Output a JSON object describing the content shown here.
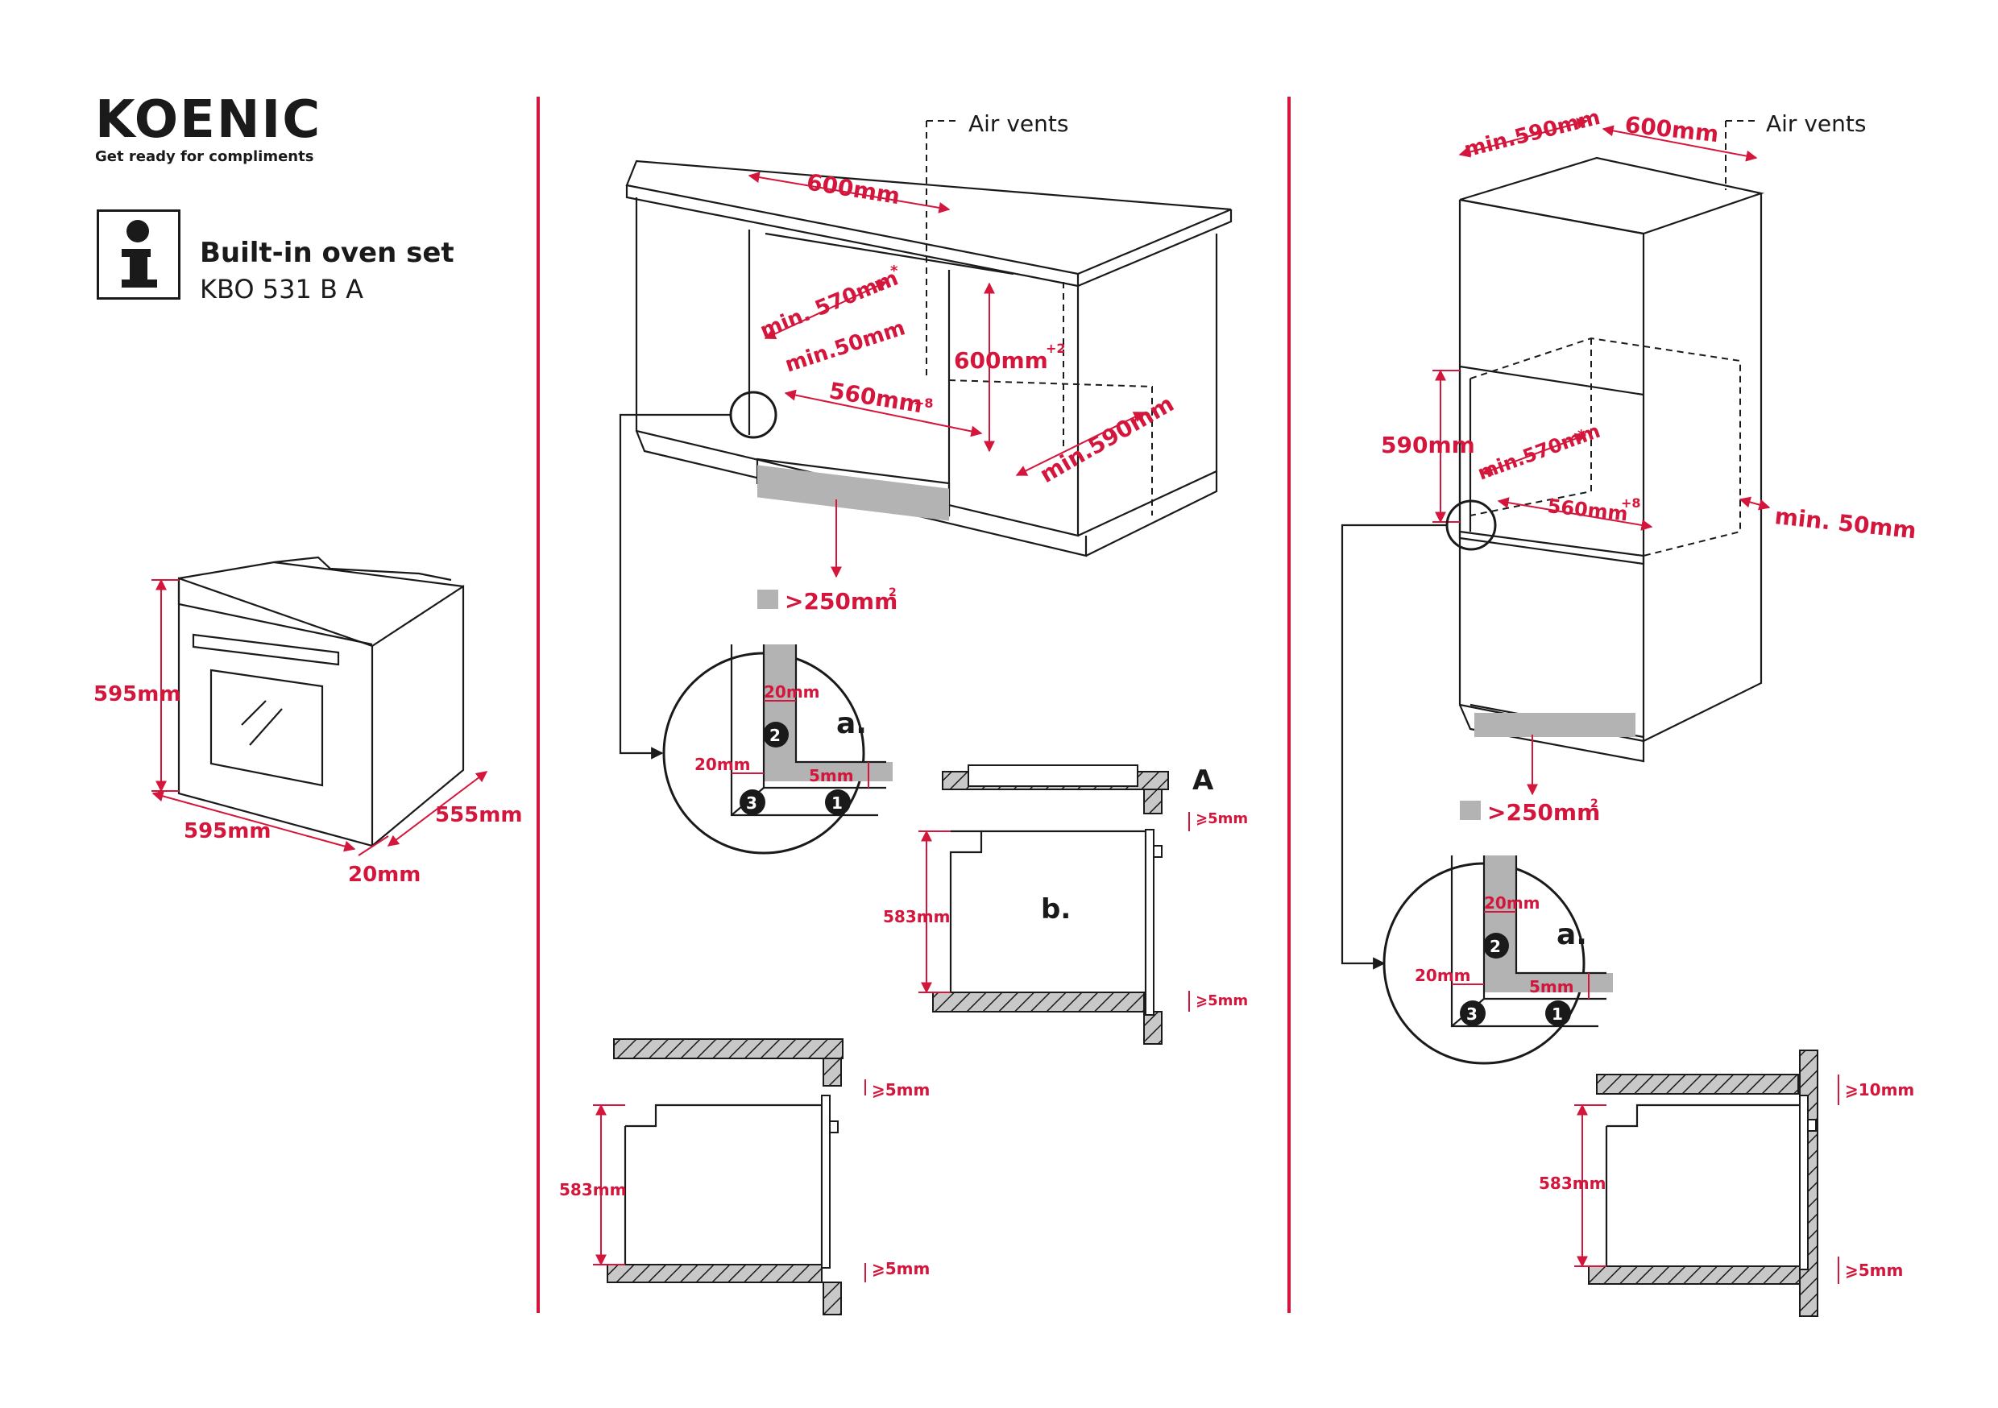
{
  "header": {
    "brand": "KOENIC",
    "tagline": "Get ready for compliments",
    "info_icon": "info-icon",
    "title": "Built-in oven set",
    "model": "KBO 531 B A"
  },
  "colors": {
    "accent": "#d4163c",
    "line": "#1a1a1a",
    "fill_gray": "#b3b3b3"
  },
  "oven": {
    "height": "595mm",
    "width": "595mm",
    "depth": "555mm",
    "front": "20mm"
  },
  "under_counter": {
    "air_vents": "Air vents",
    "width": "600mm",
    "min_depth": "min. 570mm",
    "min_depth_note": "*",
    "min_gap": "min.50mm",
    "height": "600mm",
    "height_tol": "+2",
    "inner_width": "560mm",
    "inner_width_tol": "+8",
    "cab_depth": "min.590mm",
    "vent_area": ">250mm",
    "vent_area_unit": "2"
  },
  "detail_a": {
    "label": "a.",
    "gap_top": "20mm",
    "gap_left": "20mm",
    "gap_bottom": "5mm",
    "n1": "1",
    "n2": "2",
    "n3": "3"
  },
  "section_b": {
    "label": "b.",
    "ref": "A",
    "height": "583mm",
    "gap_top": "⩾5mm",
    "gap_bottom": "⩾5mm"
  },
  "section_left": {
    "height": "583mm",
    "gap_top": "⩾5mm",
    "gap_bottom": "⩾5mm"
  },
  "tall_cabinet": {
    "cab_depth": "min.590mm",
    "width": "600mm",
    "air_vents": "Air vents",
    "height": "590mm",
    "min_depth": "min.570mm",
    "min_depth_note": "*",
    "inner_width": "560mm",
    "inner_width_tol": "+8",
    "min_gap": "min. 50mm",
    "vent_area": ">250mm",
    "vent_area_unit": "2"
  },
  "detail_a2": {
    "label": "a.",
    "gap_top": "20mm",
    "gap_left": "20mm",
    "gap_bottom": "5mm",
    "n1": "1",
    "n2": "2",
    "n3": "3"
  },
  "section_right": {
    "height": "583mm",
    "gap_top": "⩾10mm",
    "gap_bottom": "⩾5mm"
  }
}
